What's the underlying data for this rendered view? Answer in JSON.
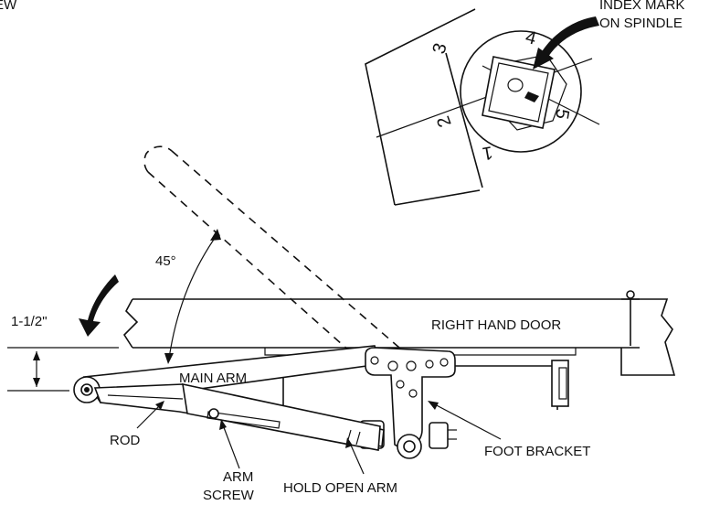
{
  "labels": {
    "top_left_fragment": "EW",
    "index_mark_line1": "INDEX MARK",
    "index_mark_line2": "ON SPINDLE",
    "angle": "45°",
    "offset": "1-1/2\"",
    "door": "RIGHT HAND DOOR",
    "main_arm": "MAIN ARM",
    "rod": "ROD",
    "foot_bracket": "FOOT BRACKET",
    "arm_screw_line1": "ARM",
    "arm_screw_line2": "SCREW",
    "hold_open_arm": "HOLD OPEN ARM"
  },
  "spindle_numbers": [
    "1",
    "2",
    "3",
    "4",
    "5"
  ]
}
